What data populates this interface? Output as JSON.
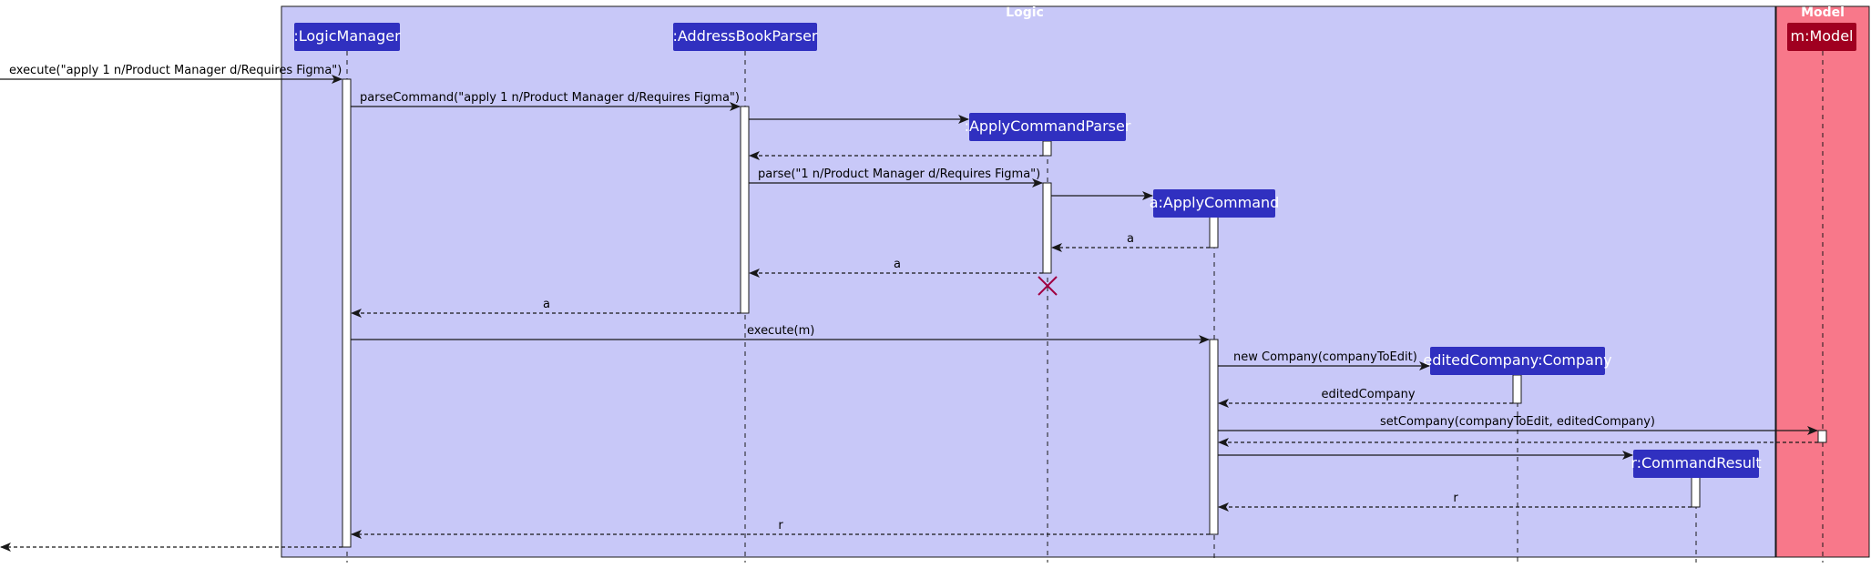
{
  "groups": {
    "logic": {
      "title": "Logic",
      "fill": "#c8c8f8"
    },
    "model": {
      "title": "Model",
      "fill": "#f8788a"
    }
  },
  "participants": {
    "logic_manager": ":LogicManager",
    "address_book_parser": ":AddressBookParser",
    "apply_command_parser": ":ApplyCommandParser",
    "apply_command": "a:ApplyCommand",
    "edited_company": "editedCompany:Company",
    "command_result": "r:CommandResult",
    "model": "m:Model"
  },
  "messages": {
    "execute_apply": "execute(\"apply 1 n/Product Manager d/Requires Figma\")",
    "parse_command": "parseCommand(\"apply 1 n/Product Manager d/Requires Figma\")",
    "parse": "parse(\"1 n/Product Manager d/Requires Figma\")",
    "return_a_1": "a",
    "return_a_2": "a",
    "return_a_3": "a",
    "execute_m": "execute(m)",
    "new_company": "new Company(companyToEdit)",
    "return_edited_company": "editedCompany",
    "set_company": "setCompany(companyToEdit, editedCompany)",
    "return_r_1": "r",
    "return_r_2": "r"
  },
  "colors": {
    "participant": "#3030c0",
    "model_participant": "#a00020",
    "destroy_mark": "#a00040",
    "arrow": "#181818"
  }
}
